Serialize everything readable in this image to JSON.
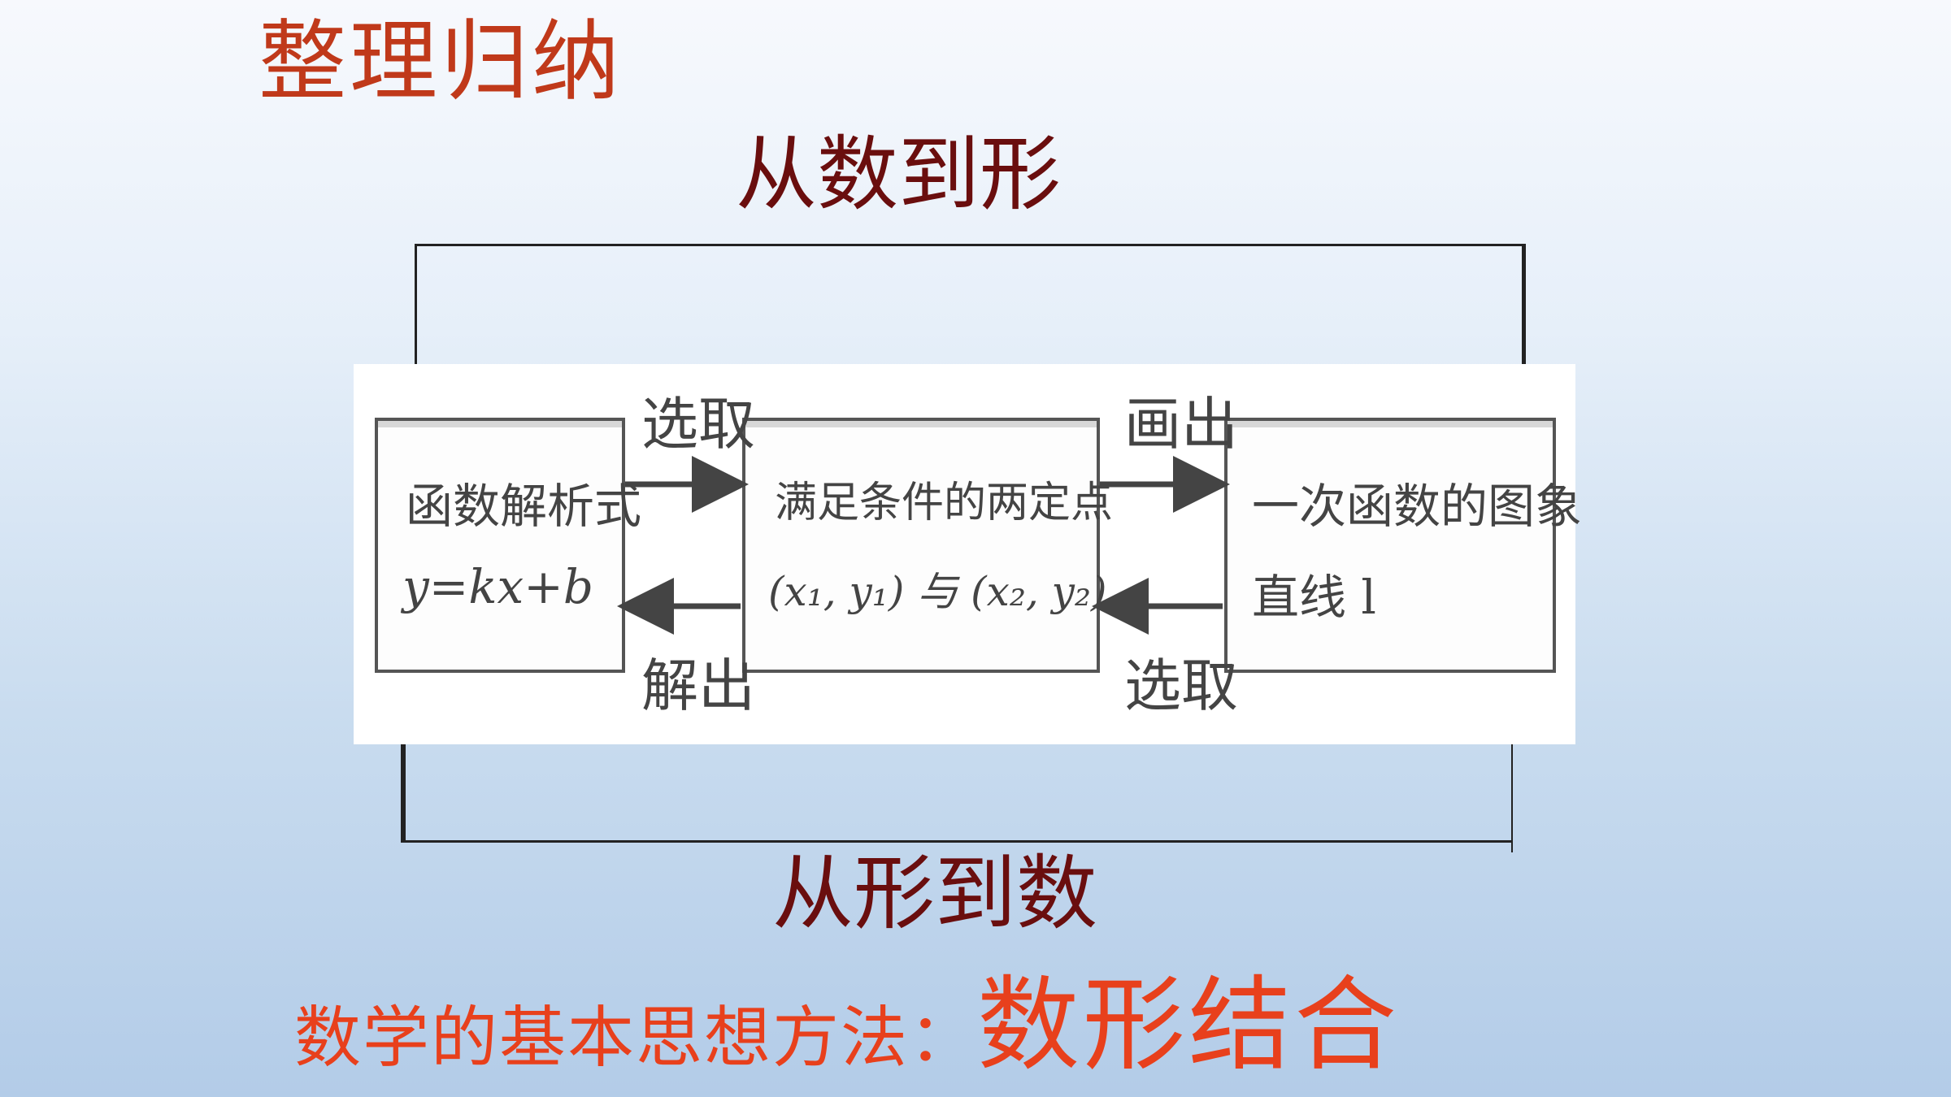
{
  "slide": {
    "title": "整理归纳",
    "top_label": "从数到形",
    "bottom_label": "从形到数",
    "conclusion_prefix": "数学的基本思想方法：",
    "conclusion_emphasis": "数形结合"
  },
  "diagram": {
    "box1": {
      "line1": "函数解析式",
      "line2": "y=kx+b"
    },
    "box2": {
      "line1": "满足条件的两定点",
      "line2": "(x₁, y₁) 与 (x₂, y₂)"
    },
    "box3": {
      "line1": "一次函数的图象",
      "line2": "直线 l"
    },
    "edges": {
      "box1_to_box2": "选取",
      "box2_to_box1": "解出",
      "box2_to_box3": "画出",
      "box3_to_box2": "选取"
    }
  },
  "colors": {
    "title": "#c0391a",
    "labels": "#6a0e0e",
    "conclusion": "#e8401c"
  }
}
